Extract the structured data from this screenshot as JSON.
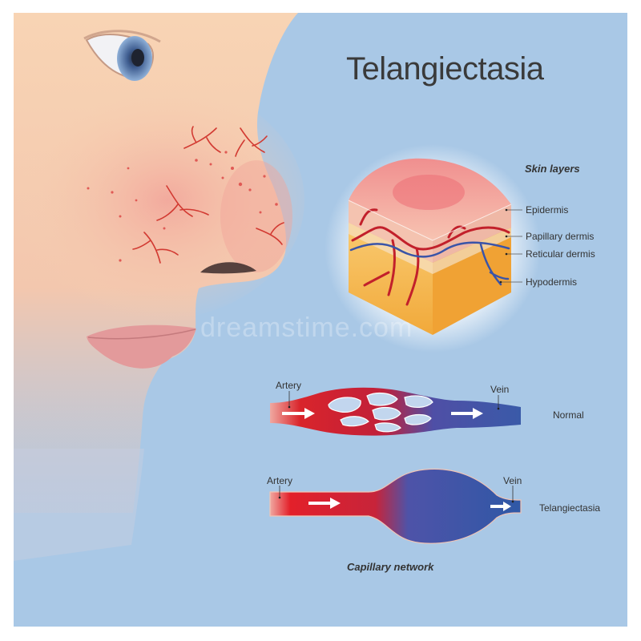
{
  "title": "Telangiectasia",
  "skin_layers": {
    "heading": "Skin layers",
    "labels": [
      "Epidermis",
      "Papillary dermis",
      "Reticular dermis",
      "Hypodermis"
    ]
  },
  "normal_vessel": {
    "artery_label": "Artery",
    "vein_label": "Vein",
    "caption": "Normal"
  },
  "telangiectasia_vessel": {
    "artery_label": "Artery",
    "vein_label": "Vein",
    "caption": "Telangiectasia"
  },
  "bottom_heading": "Capillary network",
  "watermark": "dreamstime.com",
  "colors": {
    "background": "#a9c8e6",
    "skin": "#f7d2b2",
    "artery_red": "#d9242b",
    "vein_blue": "#3a5aa8",
    "hypodermis": "#f3b648"
  }
}
